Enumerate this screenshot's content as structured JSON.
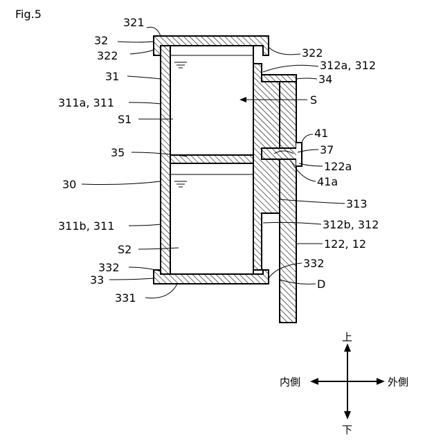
{
  "figure_label": "Fig.5",
  "labels": {
    "l321": "321",
    "l32": "32",
    "l322_left": "322",
    "l322_right": "322",
    "l31": "31",
    "l312a": "312a, 312",
    "l34": "34",
    "l311a": "311a, 311",
    "lS": "S",
    "lS1": "S1",
    "l41": "41",
    "l35": "35",
    "l37": "37",
    "l122a": "122a",
    "l30": "30",
    "l41a": "41a",
    "l313": "313",
    "l311b": "311b, 311",
    "l312b": "312b, 312",
    "lS2": "S2",
    "l122": "122, 12",
    "l332_left": "332",
    "l332_right": "332",
    "l33": "33",
    "lD": "D",
    "l331": "331"
  },
  "direction": {
    "up": "上",
    "down": "下",
    "inner": "内側",
    "outer": "外側"
  }
}
